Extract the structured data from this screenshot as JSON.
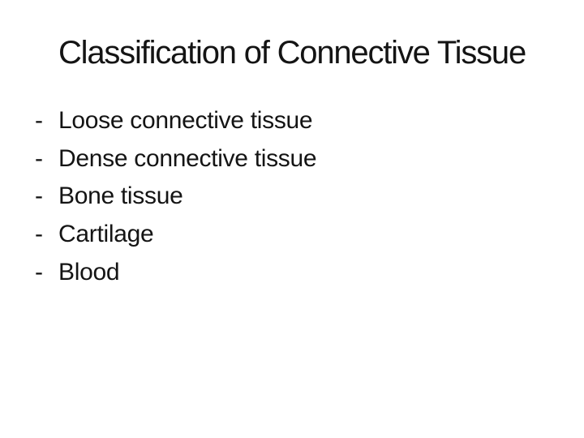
{
  "slide": {
    "title": "Classification of Connective Tissue",
    "list": {
      "bullet": "-",
      "items": [
        "Loose connective tissue",
        "Dense connective tissue",
        "Bone tissue",
        "Cartilage",
        "Blood"
      ]
    },
    "colors": {
      "background": "#ffffff",
      "text": "#141414"
    }
  }
}
